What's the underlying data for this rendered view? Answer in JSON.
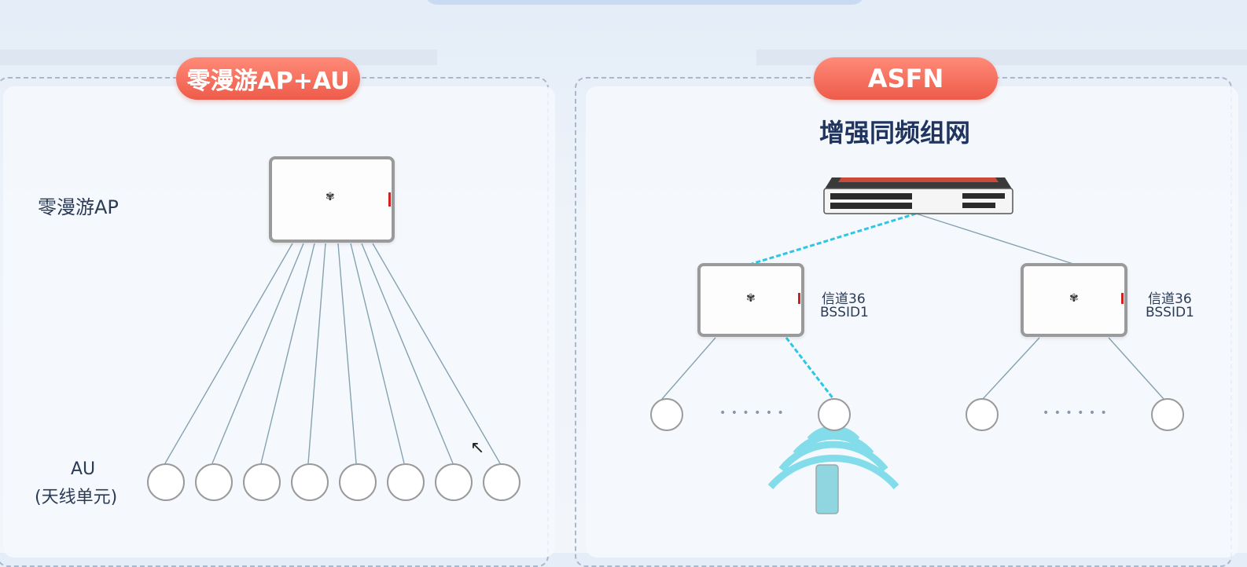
{
  "left_panel": {
    "badge": "零漫游AP+AU",
    "ap_label": "零漫游AP",
    "au_label_line1": "AU",
    "au_label_line2": "(天线单元)"
  },
  "right_panel": {
    "badge": "ASFN",
    "title": "增强同频组网",
    "ap_left": {
      "channel": "信道36",
      "bssid": "BSSID1"
    },
    "ap_right": {
      "channel": "信道36",
      "bssid": "BSSID1"
    },
    "dots": "• • • • • •"
  },
  "icons": {
    "logo": "huawei-logo-icon",
    "cursor": "mouse-pointer-icon",
    "phone": "smartphone-icon",
    "signal": "wifi-signal-icon"
  },
  "colors": {
    "badge": "#ee5b4a",
    "link": "#7f9aaa",
    "highlight_link": "#2fc6e3"
  }
}
